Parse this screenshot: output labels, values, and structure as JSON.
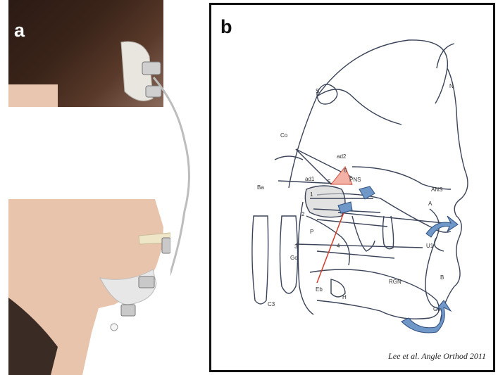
{
  "figure": {
    "panel_a": {
      "label": "a"
    },
    "panel_b": {
      "label": "b",
      "citation": "Lee et al. Angle Orthod 2011",
      "landmarks": {
        "s": "S",
        "n": "N",
        "co": "Co",
        "ba": "Ba",
        "ad2": "ad2",
        "ad1": "ad1",
        "pns": "PNS",
        "ans": "ANS",
        "a": "A",
        "p": "P",
        "go": "Go",
        "u1": "U1",
        "b": "B",
        "rgn": "RGN",
        "eb": "Eb",
        "h": "H",
        "c3": "C3",
        "gn": "Gn"
      },
      "numbers": {
        "n1": "1",
        "n2": "2",
        "n3": "3",
        "n4": "4",
        "n5": "5",
        "n6": "6"
      }
    }
  }
}
